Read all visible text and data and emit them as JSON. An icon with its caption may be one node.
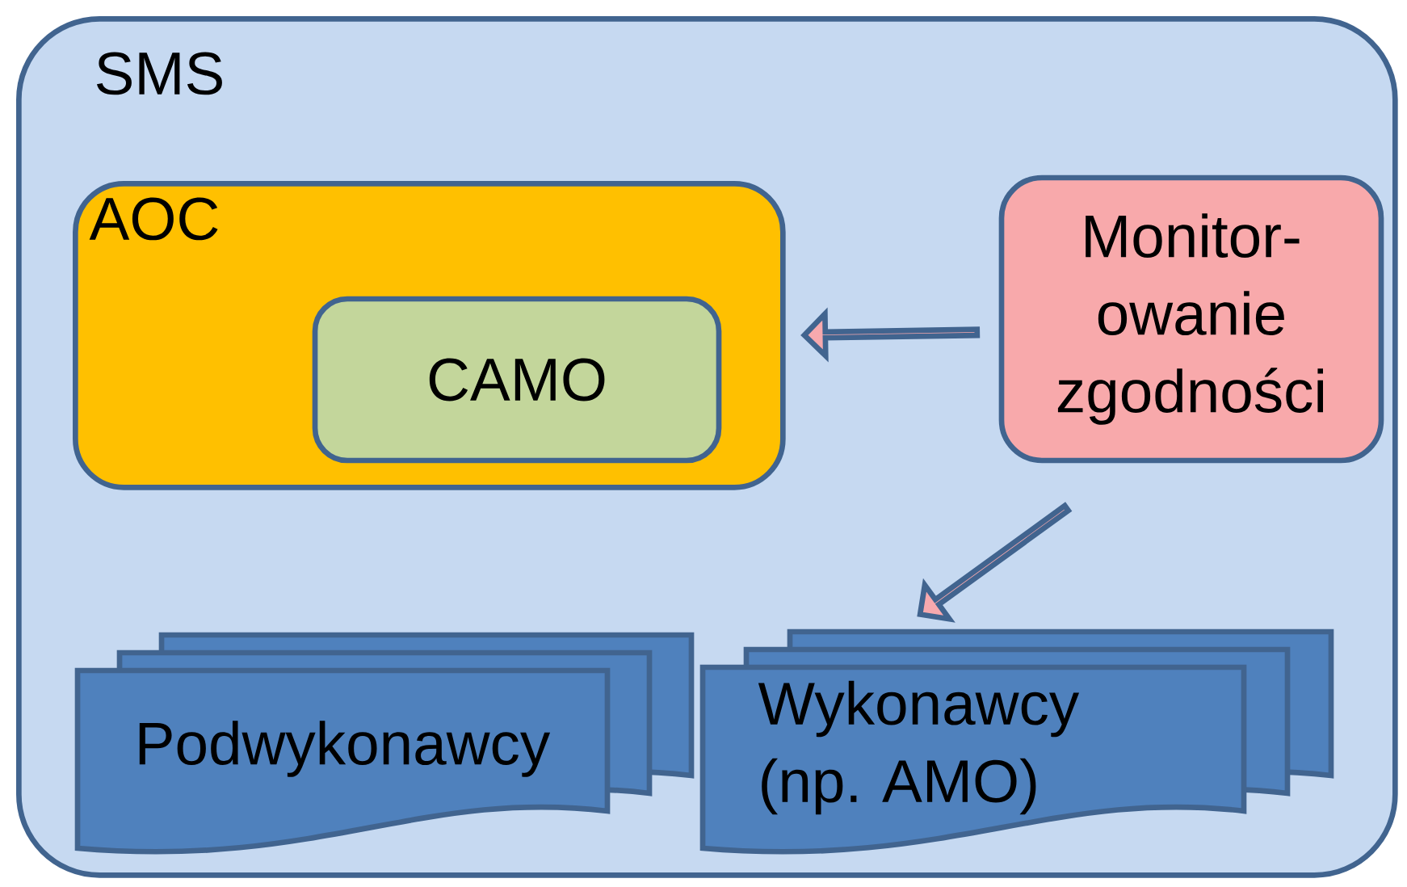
{
  "diagram": {
    "nodes": [
      {
        "text": [
          "SMS"
        ]
      },
      {
        "text": [
          "AOC"
        ],
        "in": 0
      },
      {
        "text": [
          "CAMO"
        ],
        "in": 1
      },
      {
        "text": [
          "Monitor- owanie zgodności"
        ],
        "in": 0
      },
      {
        "text": [
          "Podwykonawcy"
        ],
        "in": 0
      },
      {
        "text": [
          "Wykonawcy (np. AMO)"
        ],
        "in": 0
      }
    ],
    "edges": [
      {
        "from": 3,
        "to": 1,
        "arrow": "to"
      },
      {
        "from": 3,
        "to": 5,
        "arrow": "to"
      }
    ]
  }
}
